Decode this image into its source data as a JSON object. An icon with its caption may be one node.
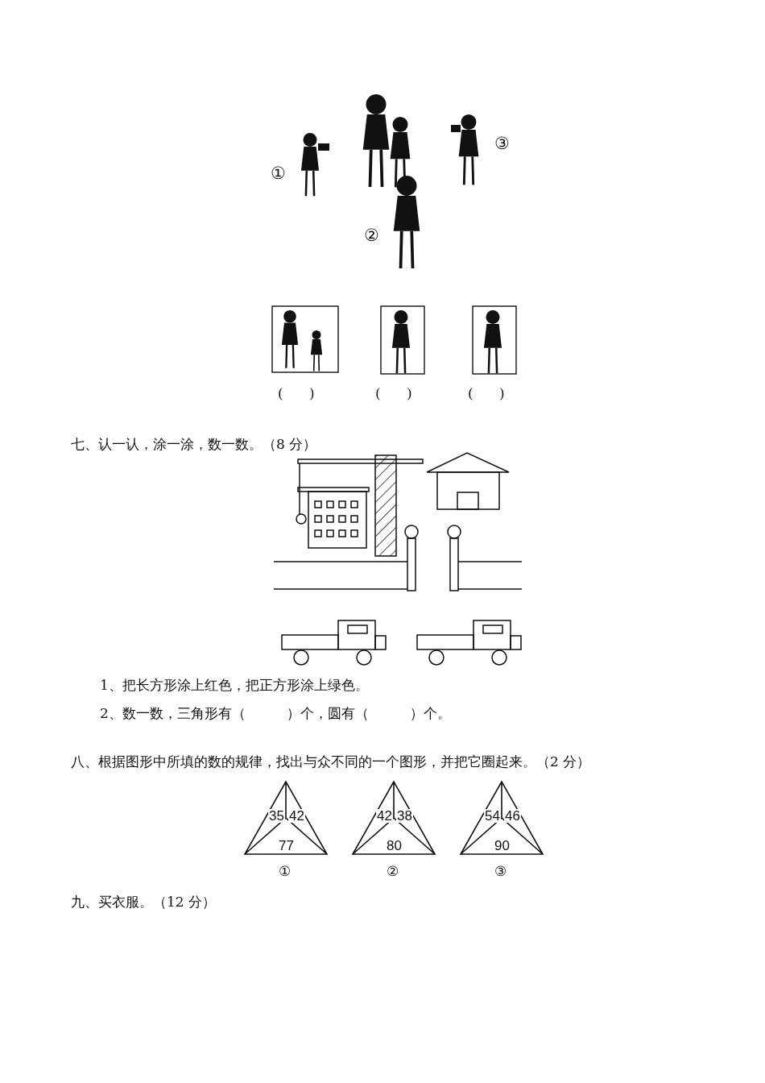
{
  "diagram": {
    "nodes": [
      {
        "text": [
          "35",
          "42",
          "77"
        ],
        "beside": [
          "①"
        ]
      },
      {
        "text": [
          "42",
          "38",
          "80"
        ],
        "beside": [
          "②"
        ]
      },
      {
        "text": [
          "54",
          "46",
          "90"
        ],
        "beside": [
          "③"
        ]
      }
    ],
    "labels": [
      "①",
      "③",
      "②",
      "(      )",
      "(      )",
      "(      )",
      "七、认一认，涂一涂，数一数。（8 分）",
      "1、把长方形涂上红色，把正方形涂上绿色。",
      "2、数一数，三角形有（　　　）个，圆有（　　　）个。",
      "八、根据图形中所填的数的规律，找出与众不同的一个图形，并把它圈起来。（2 分）",
      "九、买衣服。（12 分）"
    ]
  }
}
